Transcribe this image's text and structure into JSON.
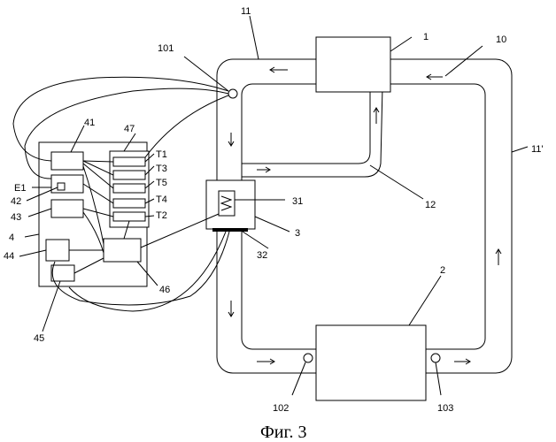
{
  "figure": {
    "caption": "Фиг. 3",
    "component_labels": {
      "c1": "1",
      "c2": "2",
      "c3": "3",
      "c4": "4",
      "c10": "10",
      "c11": "11",
      "c11p": "11'",
      "c12": "12",
      "c31": "31",
      "c32": "32",
      "c41": "41",
      "c42": "42",
      "c43": "43",
      "c44": "44",
      "c45": "45",
      "c46": "46",
      "c47": "47",
      "c101": "101",
      "c102": "102",
      "c103": "103",
      "e1": "E1"
    },
    "terminal_labels": [
      "T1",
      "T3",
      "T5",
      "T4",
      "T2"
    ]
  }
}
